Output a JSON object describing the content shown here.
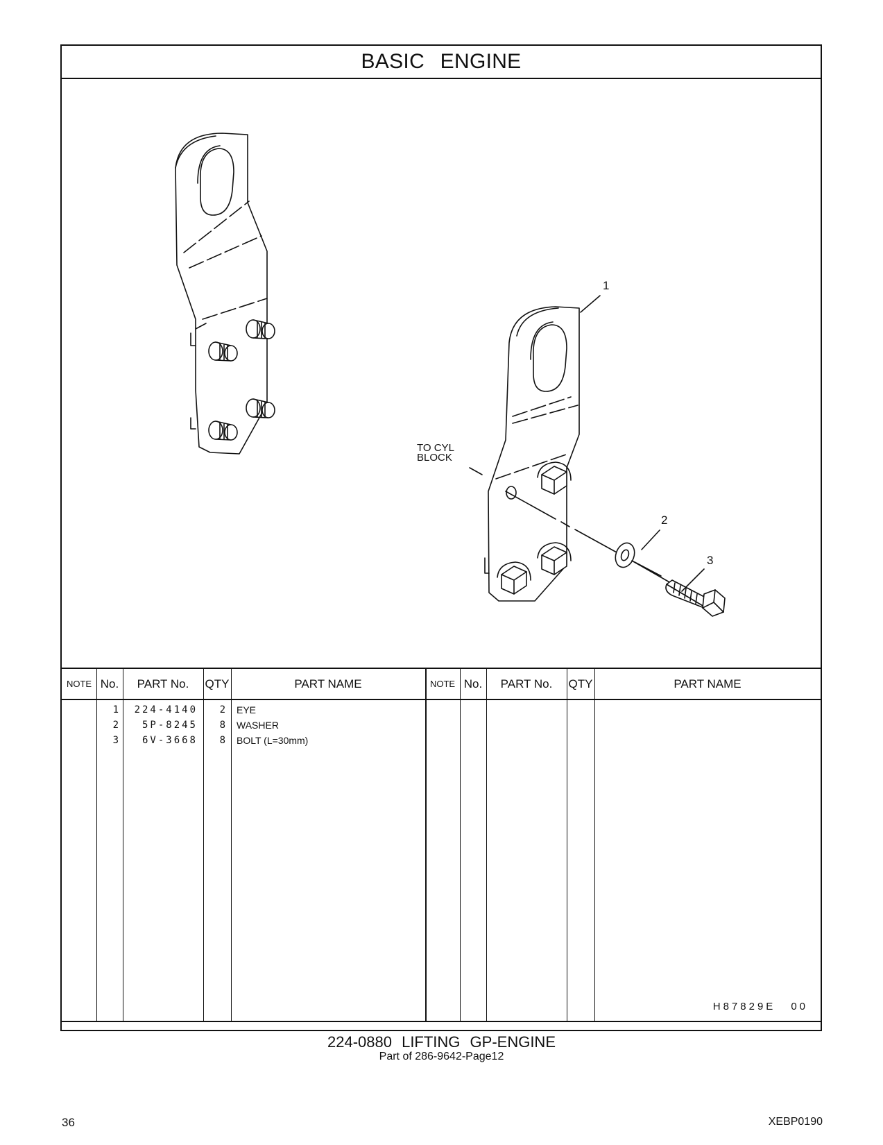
{
  "header": {
    "title": "BASIC ENGINE"
  },
  "drawing": {
    "note_label_line1": "TO CYL",
    "note_label_line2": "BLOCK",
    "callouts": [
      "1",
      "2",
      "3"
    ]
  },
  "table": {
    "headers": {
      "note": "NOTE",
      "no": "No.",
      "part_no": "PART No.",
      "qty": "QTY",
      "part_name": "PART NAME"
    },
    "rows": [
      {
        "no": "1",
        "part_no": "224-4140",
        "qty": "2",
        "part_name": "EYE"
      },
      {
        "no": "2",
        "part_no": "5P-8245",
        "qty": "8",
        "part_name": "WASHER"
      },
      {
        "no": "3",
        "part_no": "6V-3668",
        "qty": "8",
        "part_name": "BOLT (L=30mm)"
      }
    ]
  },
  "illustration": {
    "code": "H87829E",
    "revision": "00"
  },
  "footer": {
    "group_title": "224-0880 LIFTING GP-ENGINE",
    "group_subtitle": "Part of 286-9642-Page12",
    "page_number": "36",
    "document_number": "XEBP0190"
  }
}
